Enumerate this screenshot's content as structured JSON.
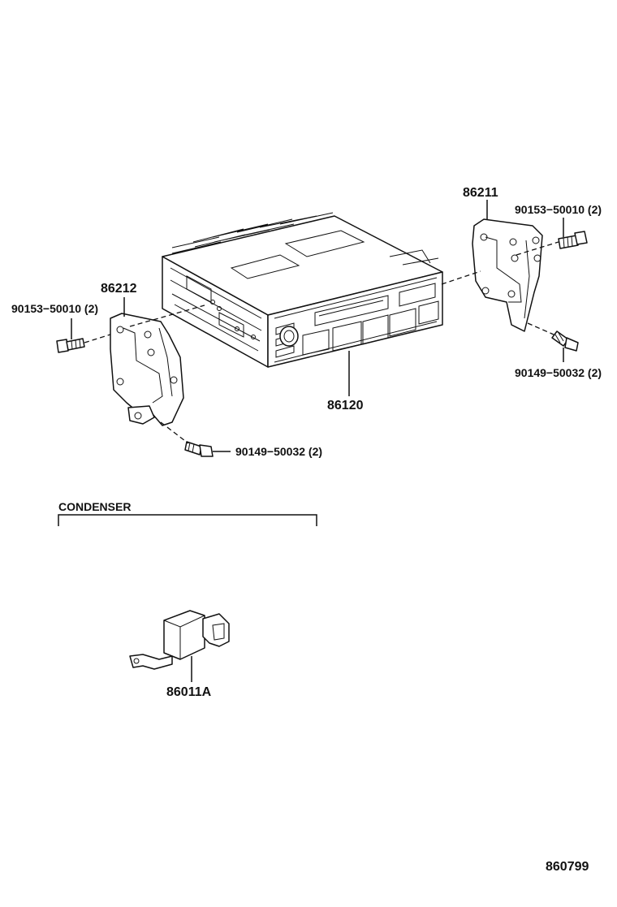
{
  "diagram": {
    "labels": {
      "radio_unit": "86120",
      "bracket_right": "86211",
      "bracket_left": "86212",
      "screw_right_top": "90153−50010 (2)",
      "screw_right_bottom": "90149−50032 (2)",
      "screw_left_top": "90153−50010 (2)",
      "screw_left_bottom": "90149−50032 (2)",
      "condenser_part": "86011A"
    },
    "sections": {
      "condenser_header": "CONDENSER"
    },
    "figure_code": "860799"
  }
}
